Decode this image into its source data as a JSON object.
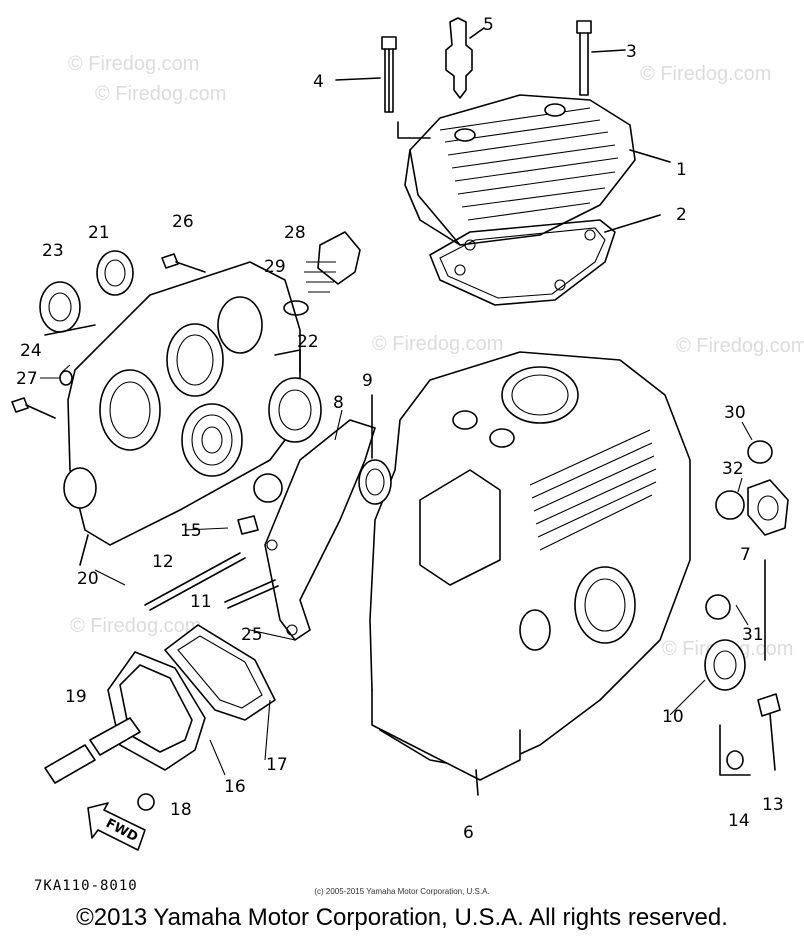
{
  "watermark": "© Firedog.com",
  "drawing_code": "7KA110-8010",
  "tiny_copyright": "(c) 2005-2015 Yamaha Motor Corporation, U.S.A.",
  "copyright": "©2013 Yamaha Motor Corporation, U.S.A. All rights reserved.",
  "fwd_label": "FWD",
  "callouts": {
    "p1": "1",
    "p2": "2",
    "p3": "3",
    "p4": "4",
    "p5": "5",
    "p6": "6",
    "p7": "7",
    "p8": "8",
    "p9": "9",
    "p10": "10",
    "p11": "11",
    "p12": "12",
    "p13": "13",
    "p14": "14",
    "p15": "15",
    "p16": "16",
    "p17": "17",
    "p18": "18",
    "p19": "19",
    "p20": "20",
    "p21": "21",
    "p22": "22",
    "p23": "23",
    "p24": "24",
    "p25": "25",
    "p26": "26",
    "p27": "27",
    "p28": "28",
    "p29": "29",
    "p30": "30",
    "p31": "31",
    "p32": "32"
  }
}
